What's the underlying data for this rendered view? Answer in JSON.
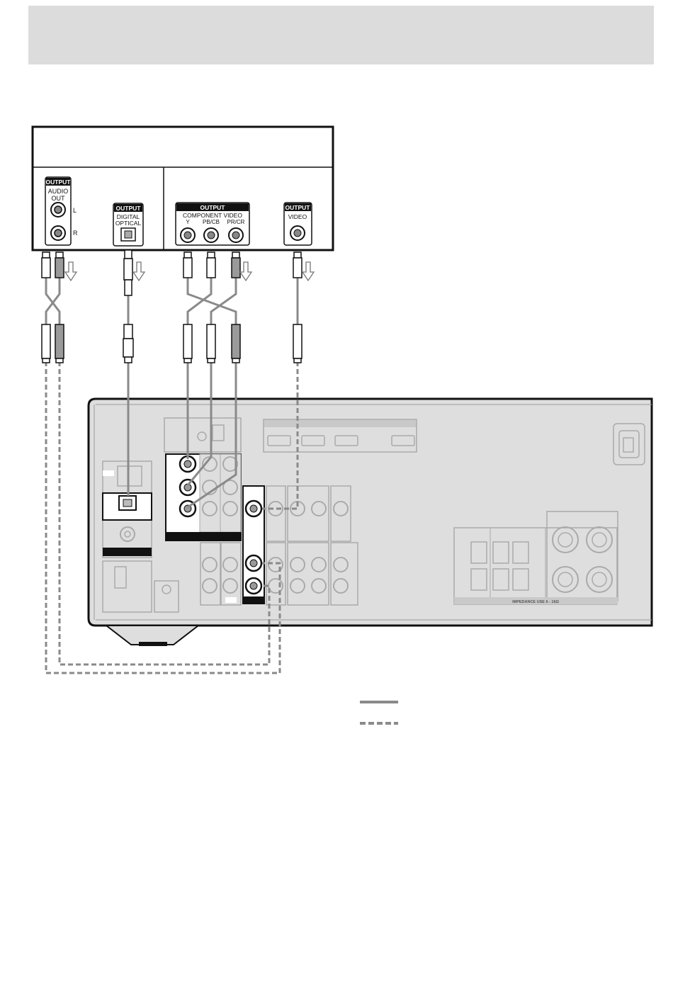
{
  "source_panel": {
    "audio_output_badge": "OUTPUT",
    "audio_out_label_line1": "AUDIO",
    "audio_out_label_line2": "OUT",
    "left_label": "L",
    "right_label": "R",
    "digital_output_badge": "OUTPUT",
    "digital_label_line1": "DIGITAL",
    "digital_label_line2": "OPTICAL",
    "component_output_badge": "OUTPUT",
    "component_label": "COMPONENT VIDEO",
    "component_y": "Y",
    "component_pb": "PB/CB",
    "component_pr": "PR/CR",
    "video_output_badge": "OUTPUT",
    "video_label": "VIDEO"
  },
  "receiver_panel": {
    "impedance_text": "IMPEDANCE USE 6 - 16Ω"
  },
  "colors": {
    "header_band": "#dcdcdc",
    "receiver_body": "#dedede",
    "cable_gray": "#8a8a8a",
    "outline": "#111111"
  }
}
